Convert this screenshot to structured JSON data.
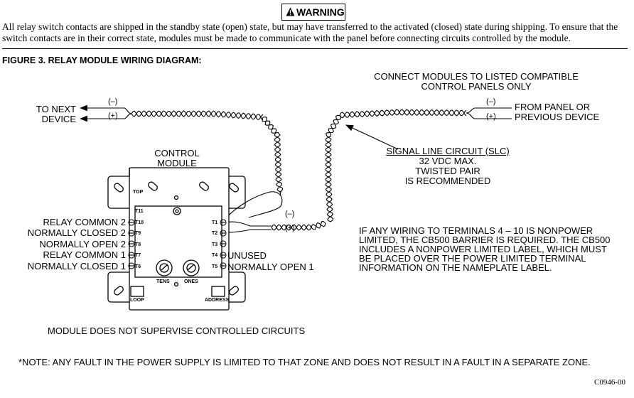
{
  "warning": {
    "label": "WARNING"
  },
  "intro_text": "All relay switch contacts are shipped in the standby state (open) state, but may have transferred to the activated (closed) state during shipping. To ensure that the switch contacts are in their correct state, modules must be made to communicate with the panel before connecting circuits controlled by the module.",
  "figure_title": "FIGURE 3. RELAY MODULE WIRING DIAGRAM:",
  "diagram": {
    "to_next_device": [
      "TO NEXT",
      "DEVICE"
    ],
    "connect_modules": [
      "CONNECT MODULES TO LISTED COMPATIBLE",
      "CONTROL PANELS ONLY"
    ],
    "from_panel": [
      "FROM PANEL OR",
      "PREVIOUS DEVICE"
    ],
    "neg": "(–)",
    "pos": "(+)",
    "control_module": [
      "CONTROL",
      "MODULE"
    ],
    "slc": [
      "SIGNAL LINE CIRCUIT (SLC)",
      "32 VDC MAX.",
      "TWISTED PAIR",
      "IS RECOMMENDED"
    ],
    "left_terminals": [
      "RELAY COMMON 2",
      "NORMALLY CLOSED 2",
      "NORMALLY OPEN 2",
      "RELAY COMMON 1",
      "NORMALLY CLOSED 1"
    ],
    "right_terminals": [
      "UNUSED",
      "NORMALLY OPEN 1"
    ],
    "terminal_ids_left": [
      "T11",
      "T10",
      "T9",
      "T8",
      "T7",
      "T6"
    ],
    "terminal_ids_right": [
      "T1",
      "T2",
      "T3",
      "T4",
      "T5"
    ],
    "module_marks": {
      "top": "TOP",
      "tens": "TENS",
      "ones": "ONES",
      "loop": "LOOP",
      "address": "ADDRESS"
    },
    "cb500_note": [
      "IF ANY WIRING TO TERMINALS 4 – 10 IS NONPOWER",
      "LIMITED, THE CB500 BARRIER IS REQUIRED. THE CB500",
      "INCLUDES A NONPOWER LIMITED LABEL, WHICH MUST",
      "BE PLACED OVER THE POWER LIMITED TERMINAL",
      "INFORMATION ON THE NAMEPLATE LABEL."
    ],
    "no_supervise": "MODULE DOES NOT SUPERVISE CONTROLLED CIRCUITS"
  },
  "footnote": "*NOTE: ANY FAULT IN THE POWER SUPPLY IS LIMITED TO THAT ZONE AND DOES NOT RESULT IN A FAULT IN A SEPARATE ZONE.",
  "doc_code": "C0946-00"
}
